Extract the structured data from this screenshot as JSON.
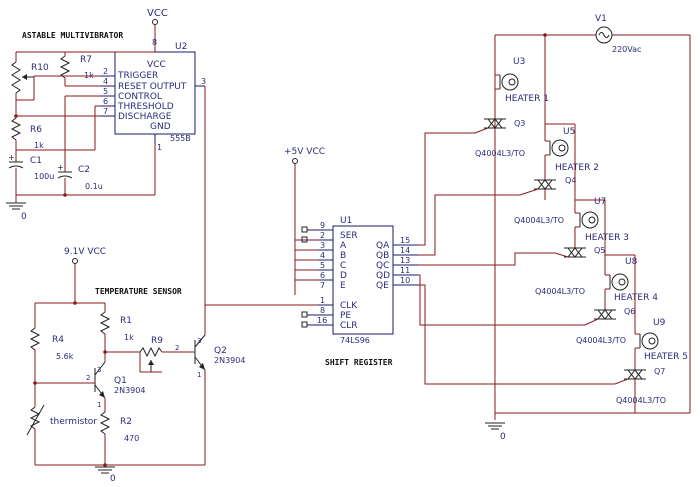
{
  "labels": {
    "vcc_top": "VCC",
    "astable_title": "ASTABLE MULTIVIBRATOR",
    "pin8": "8",
    "u2": "U2",
    "ic555_pins": [
      "VCC",
      "TRIGGER",
      "RESET OUTPUT",
      "CONTROL",
      "THRESHOLD",
      "DISCHARGE",
      "GND"
    ],
    "ic555_name": "555B",
    "pins_left_555": [
      "2",
      "4",
      "6",
      "5",
      "7"
    ],
    "pin3": "3",
    "pin1_555": "1",
    "r10": "R10",
    "r7": "R7",
    "r7_val": "1k",
    "r6": "R6",
    "r6_val": "1k",
    "c1": "C1",
    "c1_val": "100u",
    "c2": "C2",
    "c2_val": "0.1u",
    "gnd0_a": "0",
    "vcc5": "+5V VCC",
    "u1": "U1",
    "sr_pins_left": [
      "9",
      "2",
      "3",
      "4",
      "5",
      "6",
      "7",
      "1",
      "8",
      "16"
    ],
    "sr_in_labels": [
      "SER",
      "A",
      "B",
      "C",
      "D",
      "E",
      "CLK",
      "PE",
      "CLR"
    ],
    "sr_out_labels": [
      "QA",
      "QB",
      "QC",
      "QD",
      "QE"
    ],
    "sr_out_pins": [
      "15",
      "14",
      "13",
      "11",
      "10"
    ],
    "sr_name": "74LS96",
    "sr_caption": "SHIFT REGISTER",
    "vcc9": "9.1V VCC",
    "temp_title": "TEMPERATURE SENSOR",
    "r1": "R1",
    "r1_val": "1k",
    "r4": "R4",
    "r4_val": "5.6k",
    "r9": "R9",
    "r2": "R2",
    "r2_val": "470",
    "q1": "Q1",
    "q1_part": "2N3904",
    "q2": "Q2",
    "q2_part": "2N3904",
    "therm": "thermistor",
    "gnd0_b": "0",
    "gnd0_c": "0",
    "v1": "V1",
    "v1_val": "220Vac",
    "u3": "U3",
    "heater1": "HEATER 1",
    "q3": "Q3",
    "tr3": "Q4004L3/TO",
    "u5": "U5",
    "heater2": "HEATER 2",
    "q4": "Q4",
    "tr4": "Q4004L3/TO",
    "u7": "U7",
    "heater3": "HEATER 3",
    "q5": "Q5",
    "tr5": "Q4004L3/TO",
    "u8": "U8",
    "heater4": "HEATER 4",
    "q6": "Q6",
    "tr6": "Q4004L3/TO",
    "u9": "U9",
    "heater5": "HEATER 5",
    "q7": "Q7",
    "tr7": "Q4004L3/TO",
    "q_pins": [
      "1",
      "2",
      "3"
    ]
  }
}
